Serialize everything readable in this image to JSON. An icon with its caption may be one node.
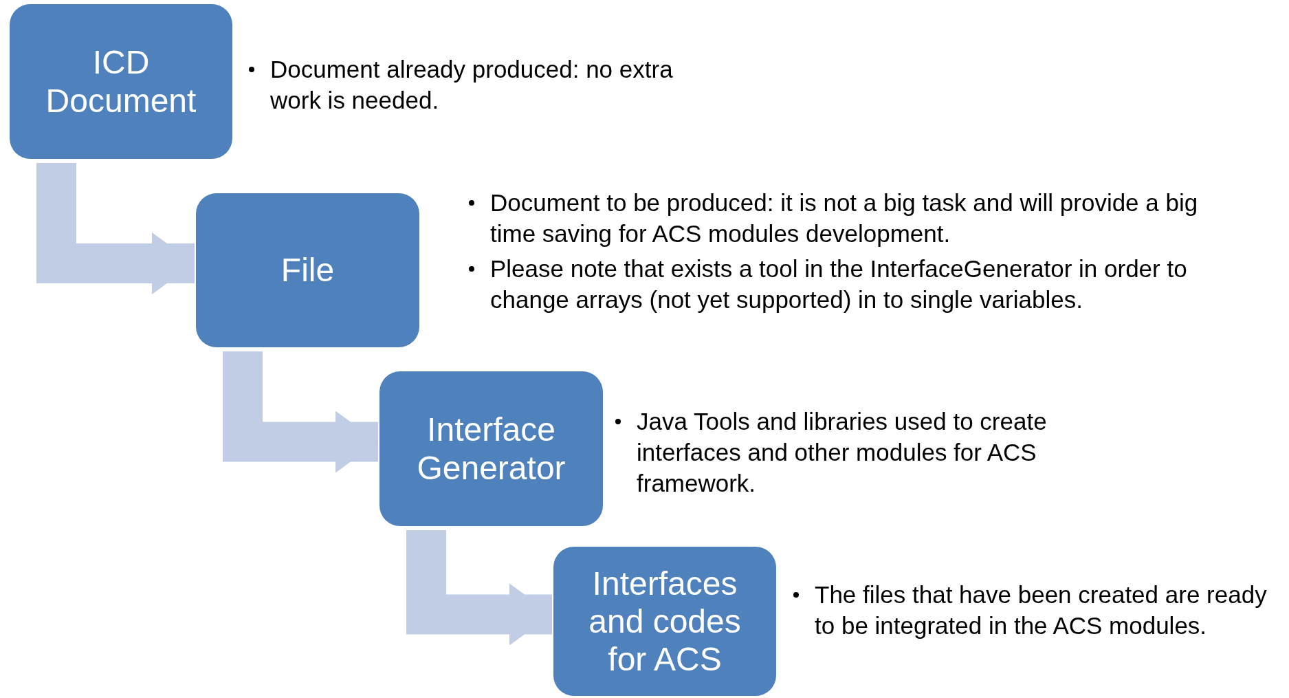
{
  "diagram": {
    "nodes": [
      {
        "text": [
          "ICD Document"
        ],
        "beside": [
          "Document already produced: no extra work is needed."
        ]
      },
      {
        "text": [
          "File"
        ],
        "beside": [
          "Document to be produced: it is not a big task and will provide a big time saving for ACS modules development.",
          "Please note that exists a tool in the InterfaceGenerator in order to change arrays (not yet supported) in to single variables."
        ]
      },
      {
        "text": [
          "Interface Generator"
        ],
        "beside": [
          "Java Tools and libraries used to create interfaces and other modules for ACS framework."
        ]
      },
      {
        "text": [
          "Interfaces and codes for ACS"
        ],
        "beside": [
          "The files that have been created are ready to be integrated in the ACS modules."
        ]
      }
    ],
    "edges": [
      {
        "from": 0,
        "to": 1,
        "arrow": "to"
      },
      {
        "from": 1,
        "to": 2,
        "arrow": "to"
      },
      {
        "from": 2,
        "to": 3,
        "arrow": "to"
      }
    ]
  }
}
